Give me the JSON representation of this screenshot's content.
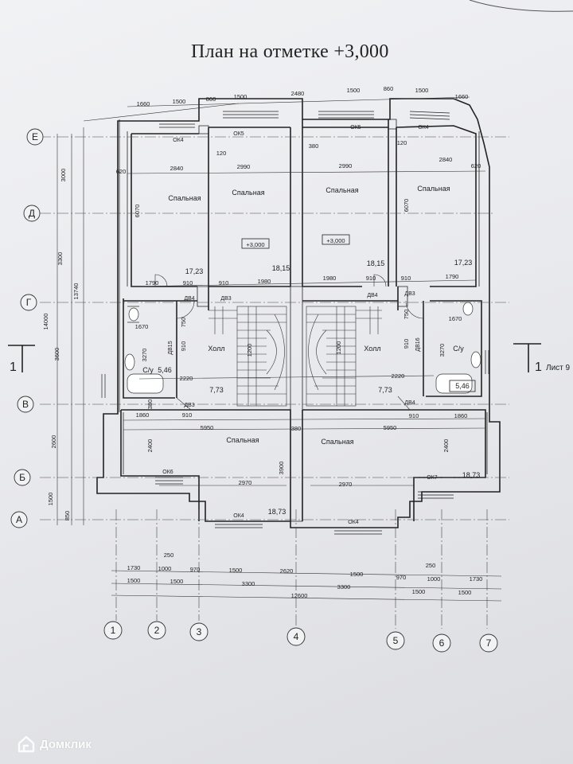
{
  "title": "План на отметке +3,000",
  "watermark": "Домклик",
  "sheet_ref": "Лист 9",
  "section_mark": "1",
  "axes": {
    "rows": [
      "Е",
      "Д",
      "Г",
      "В",
      "Б",
      "А"
    ],
    "cols": [
      "1",
      "2",
      "3",
      "4",
      "5",
      "6",
      "7"
    ]
  },
  "rooms": {
    "bed1": {
      "name": "Спальная",
      "area": "17,23"
    },
    "bed2": {
      "name": "Спальная",
      "area": "18,15"
    },
    "bed3": {
      "name": "Спальная",
      "area": "18,15"
    },
    "bed4": {
      "name": "Спальная",
      "area": "17,23"
    },
    "hall_left": {
      "name": "Холл",
      "area": "7,73"
    },
    "hall_right": {
      "name": "Холл",
      "area": "7,73"
    },
    "wc_left": {
      "name": "С/у",
      "area": "5,46"
    },
    "wc_right": {
      "name": "С/у",
      "area": "5,46"
    },
    "bed_bl": {
      "name": "Спальная",
      "area": "18,73"
    },
    "bed_br": {
      "name": "Спальная",
      "area": "18,73"
    }
  },
  "levels": {
    "left": "+3,000",
    "right": "+3,000"
  },
  "windows": {
    "ok4": "ОК4",
    "ok5": "ОК5",
    "ok6": "ОК6",
    "ok7": "ОК7"
  },
  "doors": {
    "dv3": "ДВ3",
    "dv4": "ДВ4",
    "dv15": "ДВ15",
    "dv16": "ДВ16"
  },
  "dims": {
    "top": [
      "1660",
      "1500",
      "860",
      "1500",
      "2480",
      "1500",
      "860",
      "1500",
      "1660"
    ],
    "bottom1": [
      "1730",
      "1000",
      "970",
      "1500",
      "2620",
      "1500",
      "970",
      "1000",
      "1730"
    ],
    "bottom2": [
      "1500",
      "1500",
      "3300",
      "3300",
      "1500",
      "1500"
    ],
    "bottom_total": "12600",
    "small250": "250",
    "left": [
      "3000",
      "3300",
      "3600",
      "2600",
      "1500",
      "850"
    ],
    "left_total1": "14000",
    "left_total2": "13740",
    "room_w_outer": "2840",
    "room_w_inner": "2990",
    "room_h": "6070",
    "wall620": "620",
    "wall120": "120",
    "wall380": "380",
    "d1790": "1790",
    "d910": "910",
    "d1980": "1980",
    "d1670": "1670",
    "d750": "750",
    "d3270": "3270",
    "d1200": "1200",
    "d2220": "2220",
    "d1860": "1860",
    "d5950": "5950",
    "d2400": "2400",
    "d3900": "3900",
    "d2970": "2970"
  }
}
